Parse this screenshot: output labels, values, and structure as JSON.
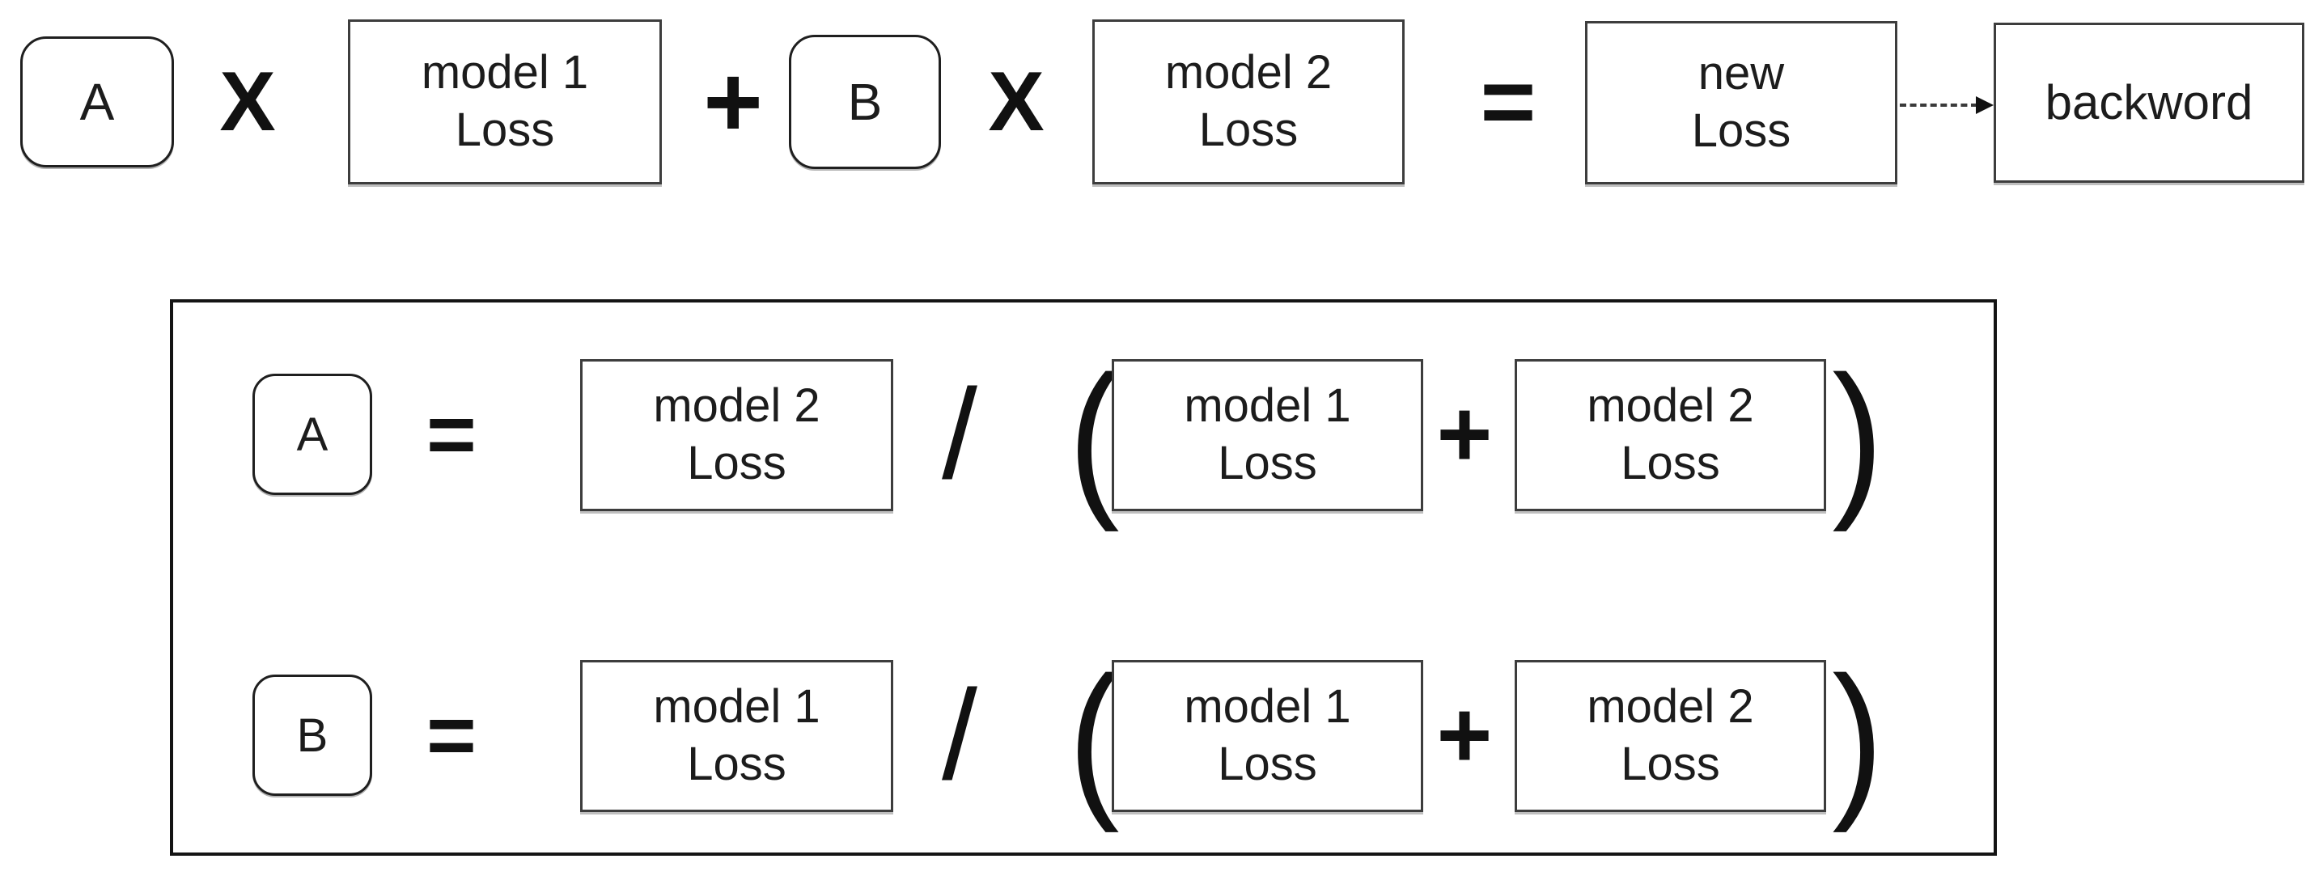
{
  "colors": {
    "background": "#ffffff",
    "line": "#3d3d3d",
    "text": "#1c1c1c"
  },
  "equation": {
    "coef_a": "A",
    "times_a": "X",
    "term_a": {
      "line1": "model 1",
      "line2": "Loss"
    },
    "plus": "+",
    "coef_b": "B",
    "times_b": "X",
    "term_b": {
      "line1": "model 2",
      "line2": "Loss"
    },
    "equals": "=",
    "result": {
      "line1": "new",
      "line2": "Loss"
    },
    "next_step": "backword"
  },
  "definitions": {
    "rows": [
      {
        "symbol": "A",
        "equals": "=",
        "numerator": {
          "line1": "model 2",
          "line2": "Loss"
        },
        "divide": "/",
        "open": "(",
        "term1": {
          "line1": "model 1",
          "line2": "Loss"
        },
        "plus": "+",
        "term2": {
          "line1": "model 2",
          "line2": "Loss"
        },
        "close": ")"
      },
      {
        "symbol": "B",
        "equals": "=",
        "numerator": {
          "line1": "model 1",
          "line2": "Loss"
        },
        "divide": "/",
        "open": "(",
        "term1": {
          "line1": "model 1",
          "line2": "Loss"
        },
        "plus": "+",
        "term2": {
          "line1": "model 2",
          "line2": "Loss"
        },
        "close": ")"
      }
    ]
  }
}
